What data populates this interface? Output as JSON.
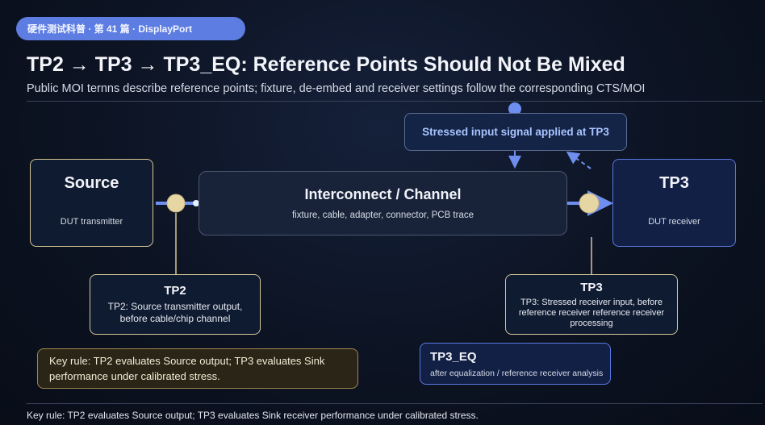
{
  "header": {
    "pill": "硬件测试科普 · 第 41 篇 · DisplayPort",
    "title": "TP2 → TP3 → TP3_EQ: Reference Points Should Not Be Mixed",
    "subtitle": "Public MOI ternns describe reference points; fixture, de-embed and receiver settings follow the corresponding CTS/MOI"
  },
  "diagram": {
    "source": {
      "title": "Source",
      "caption": "DUT transmitter"
    },
    "channel": {
      "title": "Interconnect / Channel",
      "caption": "fixture, cable, adapter, connector, PCB trace"
    },
    "tp3_dut": {
      "title": "TP3",
      "caption": "DUT receiver"
    },
    "stress": "Stressed input signal applied at TP3",
    "tp2": {
      "title": "TP2",
      "lines": [
        "TP2: Source transmitter output,",
        "before cable/chip channel"
      ]
    },
    "tp3": {
      "title": "TP3",
      "lines": [
        "TP3: Stressed receiver input, before",
        "reference receiver reference receiver",
        "processing"
      ]
    },
    "tp3_eq": {
      "title": "TP3_EQ",
      "caption": "after equalization / reference receiver analysis"
    },
    "key_rule": [
      "Key rule: TP2 evaluates Source output; TP3 evaluates Sink",
      "performance under calibrated stress."
    ]
  },
  "footer": "Key rule: TP2 evaluates Source output; TP3 evaluates Sink receiver performance under calibrated stress.",
  "colors": {
    "accent_blue": "#5d7de3",
    "gold": "#d8c796",
    "line_blue": "#6f8ff0"
  }
}
